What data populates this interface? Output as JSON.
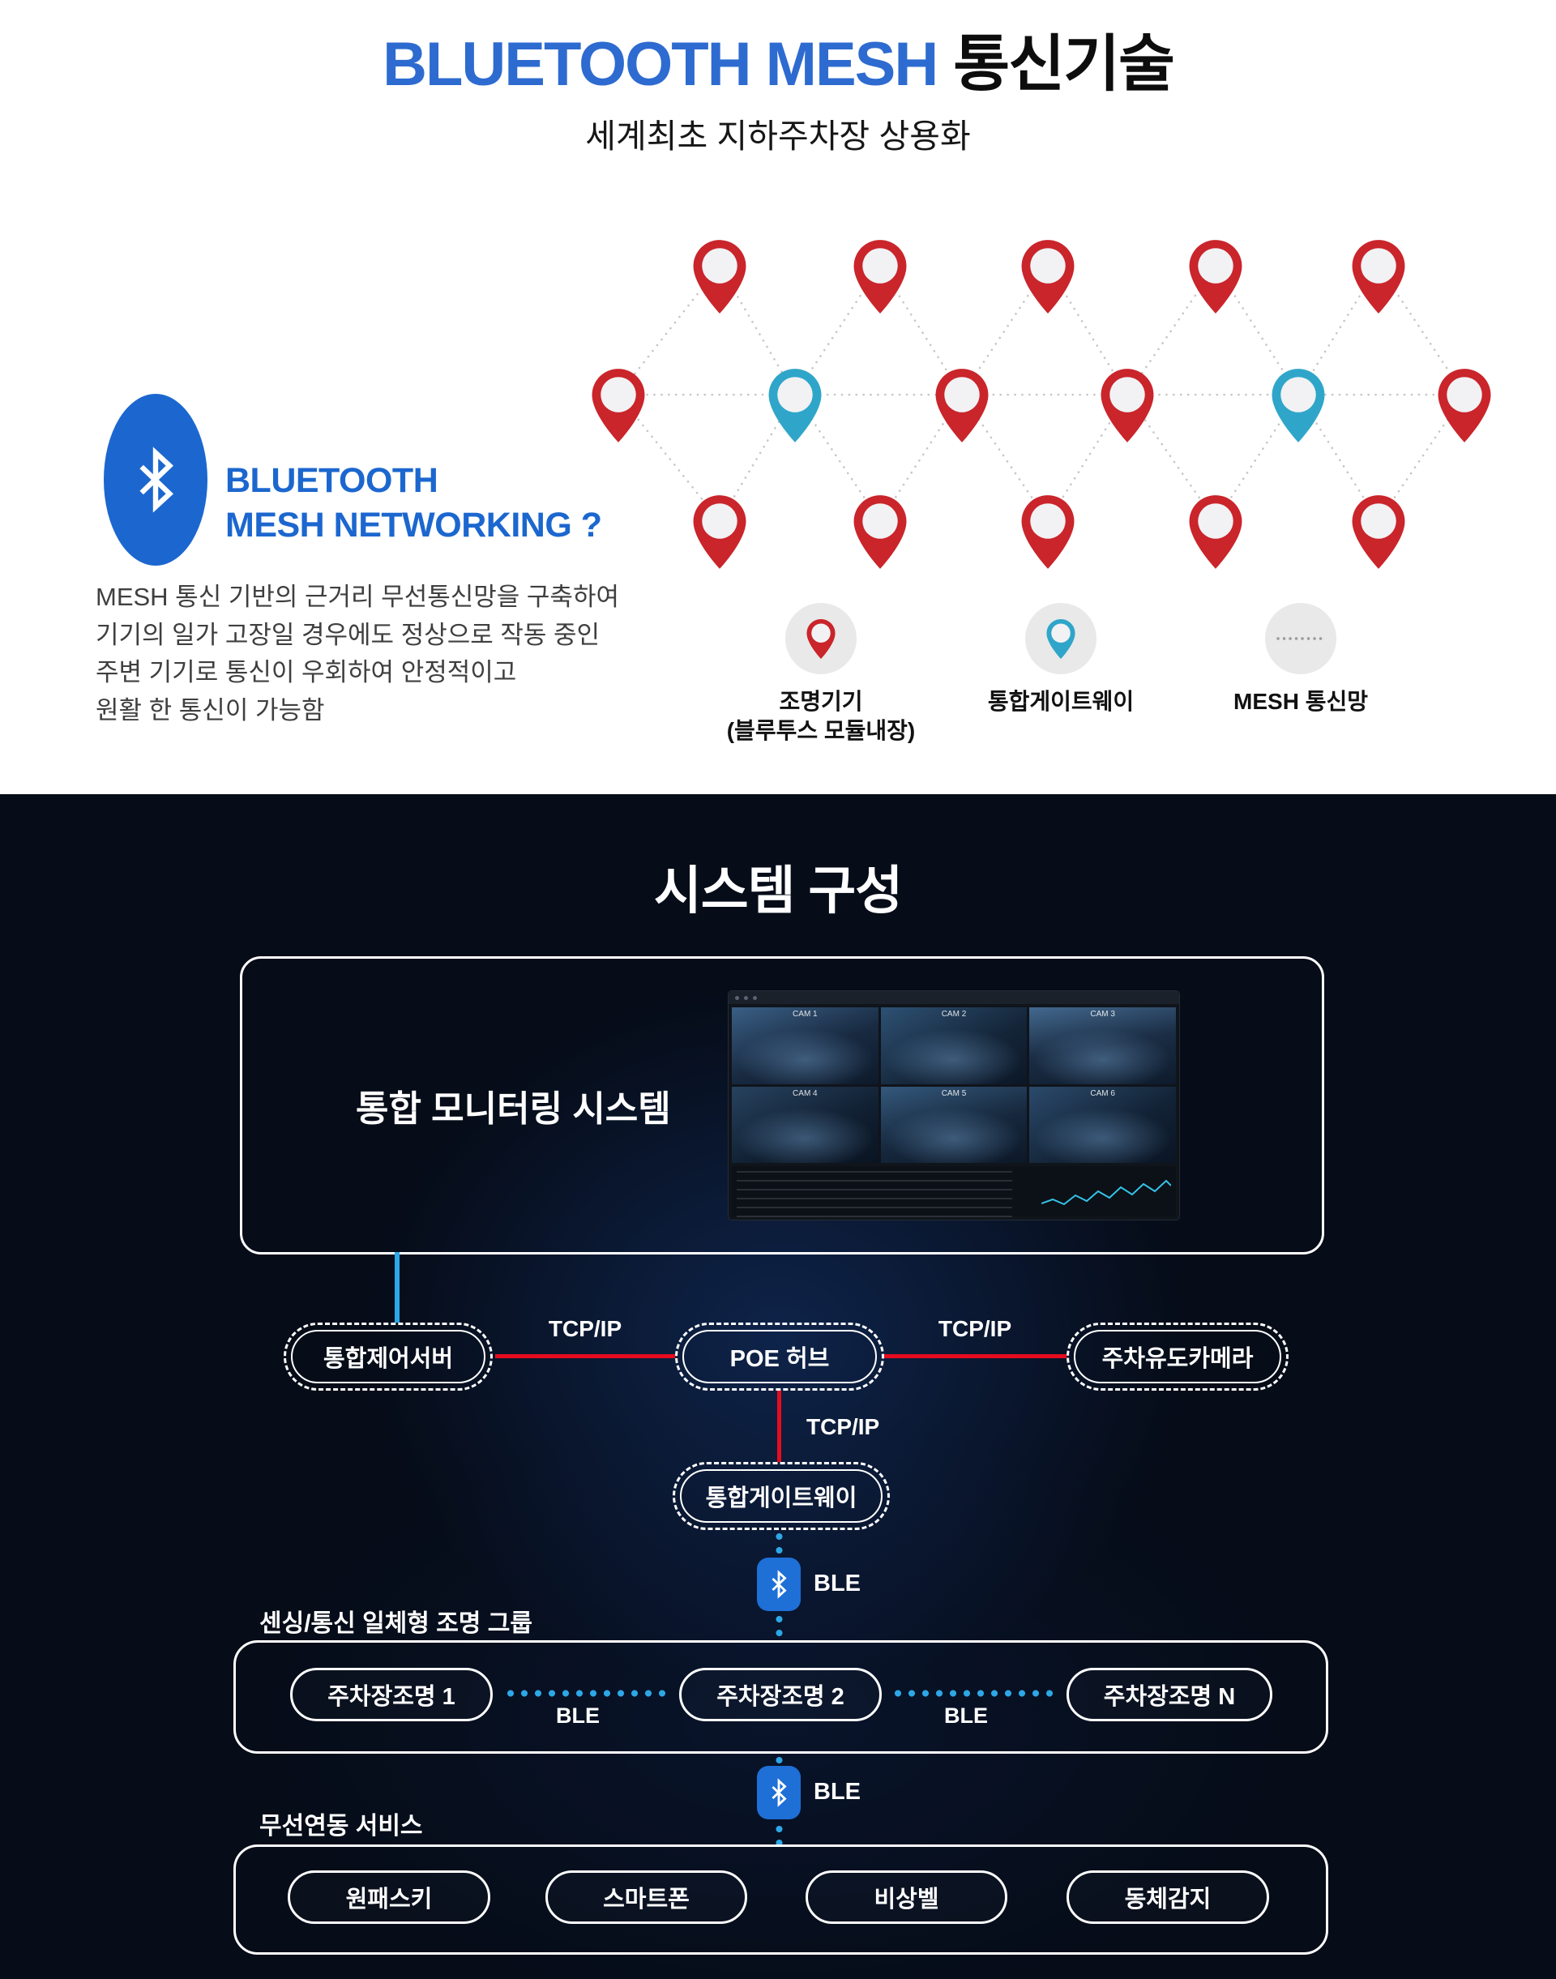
{
  "header": {
    "title_en": "BLUETOOTH MESH",
    "title_ko": "통신기술",
    "subtitle": "세계최초 지하주차장 상용화"
  },
  "intro": {
    "line1": "BLUETOOTH",
    "line2": "MESH NETWORKING ?",
    "body": "MESH 통신 기반의 근거리 무선통신망을 구축하여\n기기의 일가 고장일 경우에도 정상으로 작동 중인\n주변 기기로 통신이 우회하여 안정적이고\n원활 한 통신이 가능함"
  },
  "legend": {
    "item1_line1": "조명기기",
    "item1_line2": "(블루투스 모듈내장)",
    "item2": "통합게이트웨이",
    "item3": "MESH 통신망"
  },
  "system": {
    "title": "시스템 구성",
    "monitor_label": "통합 모니터링 시스템",
    "cameras": [
      "CAM 1",
      "CAM 2",
      "CAM 3",
      "CAM 4",
      "CAM 5",
      "CAM 6"
    ],
    "server": "통합제어서버",
    "poe": "POE 허브",
    "camera": "주차유도카메라",
    "gateway": "통합게이트웨이",
    "tcpip": "TCP/IP",
    "ble": "BLE",
    "lighting_label": "센싱/통신 일체형 조명 그룹",
    "lights": [
      "주차장조명 1",
      "주차장조명 2",
      "주차장조명 N"
    ],
    "services_label": "무선연동 서비스",
    "services": [
      "원패스키",
      "스마트폰",
      "비상벨",
      "동체감지"
    ]
  },
  "colors": {
    "accent_blue": "#1e6fd6",
    "pin_red": "#c9252b",
    "pin_blue": "#2fa6c9",
    "line_red": "#e60b1e",
    "line_blue": "#2da7e6",
    "bg_dark": "#060c18"
  }
}
